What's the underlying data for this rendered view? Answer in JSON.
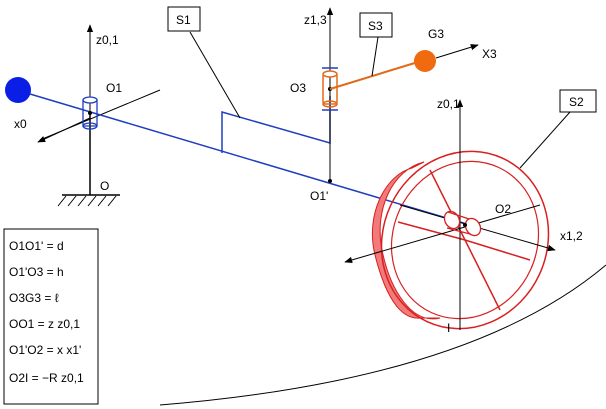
{
  "labels": {
    "S1": "S1",
    "S2": "S2",
    "S3": "S3",
    "G3": "G3",
    "O": "O",
    "O1": "O1",
    "O1p": "O1'",
    "O2": "O2",
    "O3": "O3",
    "I": "I",
    "z01_left": "z0,1",
    "z13": "z1,3",
    "z01_right": "z0,1",
    "x3": "X3",
    "x0": "x0",
    "x12": "x1,2"
  },
  "equations": [
    "O1O1' = d",
    "O1'O3 = h",
    "O3G3 = ℓ",
    "OO1 = z z0,1",
    "O1'O2 = x x1'",
    "O2I = −R z0,1"
  ],
  "colors": {
    "line": "#000000",
    "structure": "#1f3fbf",
    "joint_blue": "#0a1ee6",
    "arm": "#e06a1a",
    "mass": "#f06a10",
    "wheel_stroke": "#d82020",
    "wheel_fill": "#f27a7a"
  }
}
